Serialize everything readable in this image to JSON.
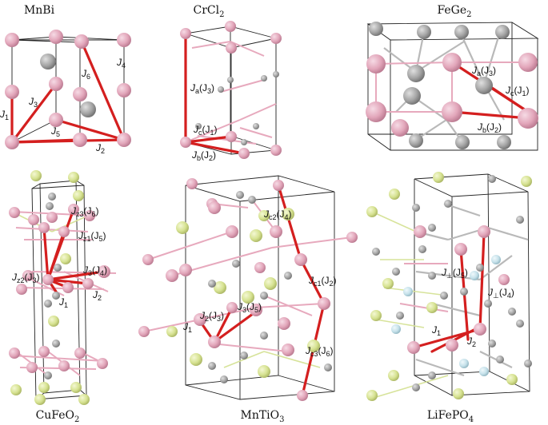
{
  "panels": [
    {
      "id": "mnbi",
      "title": "MnBi"
    },
    {
      "id": "crcl2",
      "title_main": "CrCl",
      "title_sub": "2"
    },
    {
      "id": "fege2",
      "title_main": "FeGe",
      "title_sub": "2"
    },
    {
      "id": "cufeo2",
      "title_main": "CuFeO",
      "title_sub": "2"
    },
    {
      "id": "mntio3",
      "title_main": "MnTiO",
      "title_sub": "3"
    },
    {
      "id": "lifepo4",
      "title_main": "LiFePO",
      "title_sub": "4"
    }
  ],
  "symbols": {
    "J": "J"
  },
  "labels": {
    "mnbi": [
      {
        "sub": "1",
        "tail": ""
      },
      {
        "sub": "2",
        "tail": ""
      },
      {
        "sub": "3",
        "tail": ""
      },
      {
        "sub": "4",
        "tail": ""
      },
      {
        "sub": "5",
        "tail": ""
      },
      {
        "sub": "6",
        "tail": ""
      }
    ],
    "crcl2": [
      {
        "sub": "a",
        "mid": "(J",
        "sub2": "3",
        "end": ")"
      },
      {
        "sub": "c",
        "mid": "(J",
        "sub2": "1",
        "end": ")"
      },
      {
        "sub": "b",
        "mid": "(J",
        "sub2": "2",
        "end": ")"
      }
    ],
    "fege2": [
      {
        "sub": "a",
        "mid": "(J",
        "sub2": "3",
        "end": ")"
      },
      {
        "sub": "c",
        "mid": "(J",
        "sub2": "1",
        "end": ")"
      },
      {
        "sub": "b",
        "mid": "(J",
        "sub2": "2",
        "end": ")"
      }
    ],
    "cufeo2": [
      {
        "sub": "z3",
        "mid": "(J",
        "sub2": "6",
        "end": ")"
      },
      {
        "sub": "z1",
        "mid": "(J",
        "sub2": "5",
        "end": ")"
      },
      {
        "sub": "3",
        "mid": "(J",
        "sub2": "4",
        "end": ")"
      },
      {
        "sub": "z2",
        "mid": "(J",
        "sub2": "3",
        "end": ")"
      },
      {
        "sub": "2",
        "mid": "",
        "sub2": "",
        "end": ""
      },
      {
        "sub": "1",
        "mid": "",
        "sub2": "",
        "end": ""
      }
    ],
    "mntio3": [
      {
        "sub": "c2",
        "mid": "(J",
        "sub2": "4",
        "end": ")"
      },
      {
        "sub": "c1",
        "mid": "(J",
        "sub2": "2",
        "end": ")"
      },
      {
        "sub": "2",
        "mid": "(J",
        "sub2": "3",
        "end": ")"
      },
      {
        "sub": "3",
        "mid": "(J",
        "sub2": "5",
        "end": ")"
      },
      {
        "sub": "1",
        "mid": "",
        "sub2": "",
        "end": ""
      },
      {
        "sub": "c3",
        "mid": "(J",
        "sub2": "6",
        "end": ")"
      }
    ],
    "lifepo4": [
      {
        "sub": "⊥",
        "mid": "(J",
        "sub2": "5",
        "end": ")"
      },
      {
        "sub": "⊥",
        "mid": "(J",
        "sub2": "4",
        "end": ")"
      },
      {
        "sub": "1",
        "mid": "",
        "sub2": "",
        "end": ""
      },
      {
        "sub": "2",
        "mid": "",
        "sub2": "",
        "end": ""
      }
    ]
  },
  "colors": {
    "magnetic_atom": "#e2a6ba",
    "nonmagnetic_atom": "#a9a9a9",
    "oxygen_like": "#dbe69a",
    "lithium_like": "#c8e4ec",
    "exchange_bond": "#d41f1f"
  }
}
